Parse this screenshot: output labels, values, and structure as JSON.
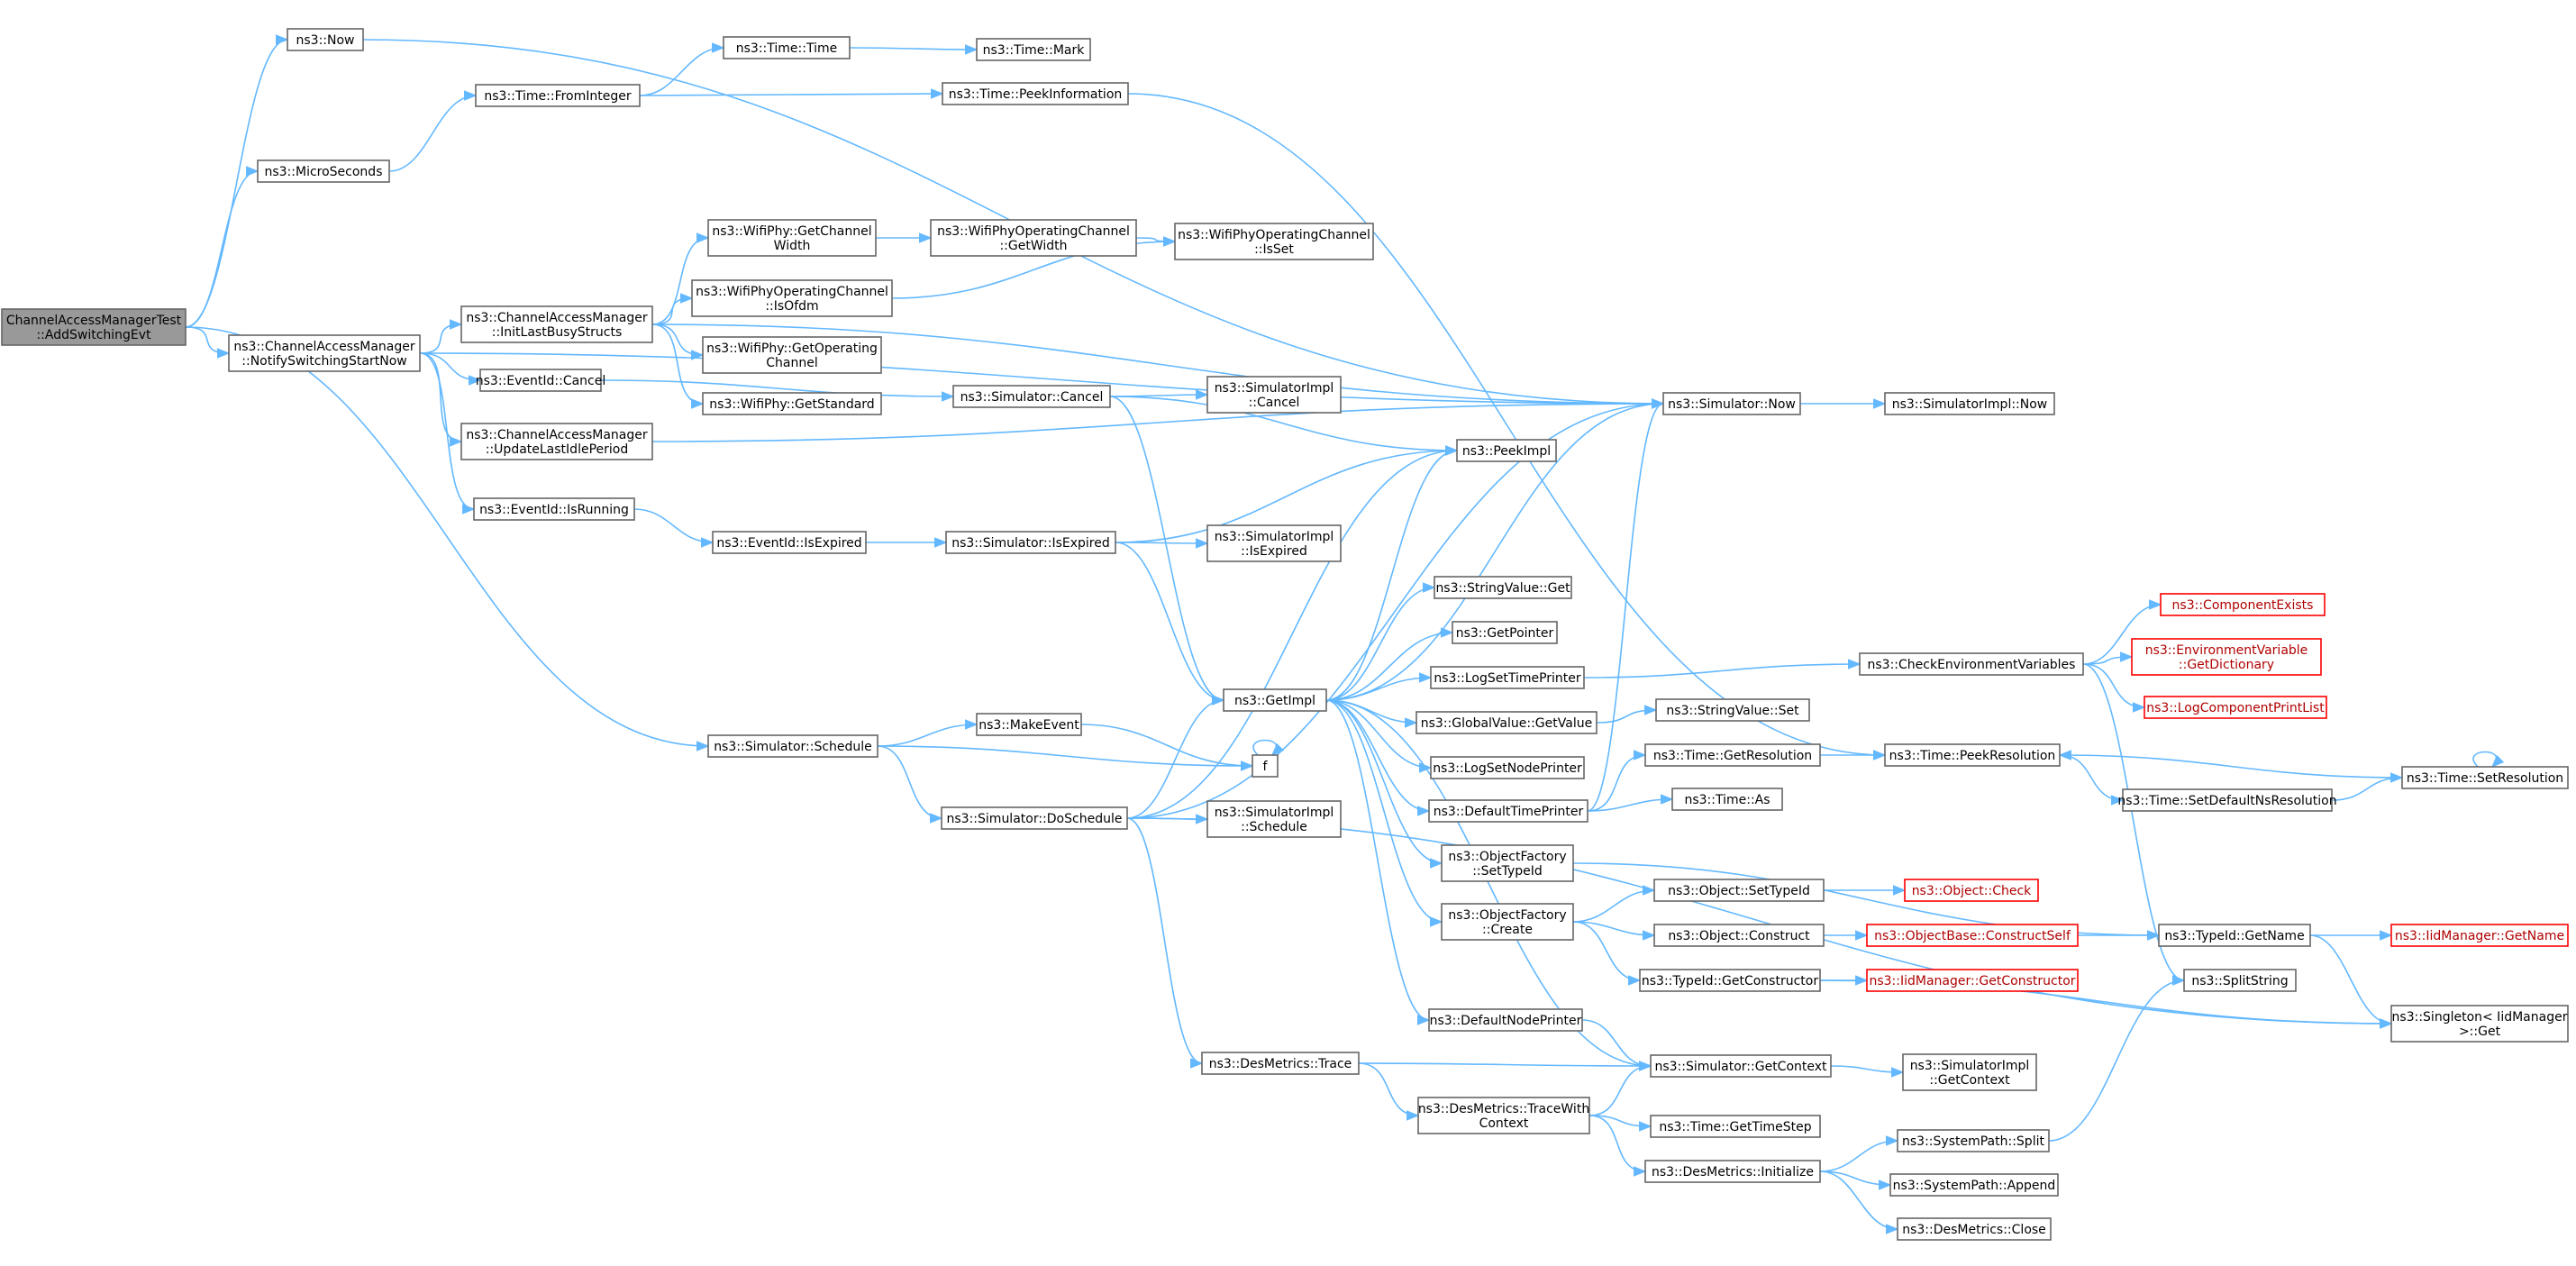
{
  "colors": {
    "edge": "#63b8ff",
    "node_border": "#666666",
    "root_fill": "#999999",
    "truncated_border": "#ff0000"
  },
  "nodes": [
    {
      "id": "root",
      "lines": [
        "ChannelAccessManagerTest",
        "::AddSwitchingEvt"
      ],
      "style": "root"
    },
    {
      "id": "now",
      "lines": [
        "ns3::Now"
      ]
    },
    {
      "id": "micro",
      "lines": [
        "ns3::MicroSeconds"
      ]
    },
    {
      "id": "notify",
      "lines": [
        "ns3::ChannelAccessManager",
        "::NotifySwitchingStartNow"
      ]
    },
    {
      "id": "fromint",
      "lines": [
        "ns3::Time::FromInteger"
      ]
    },
    {
      "id": "timetime",
      "lines": [
        "ns3::Time::Time"
      ]
    },
    {
      "id": "timemark",
      "lines": [
        "ns3::Time::Mark"
      ]
    },
    {
      "id": "peekinfo",
      "lines": [
        "ns3::Time::PeekInformation"
      ]
    },
    {
      "id": "initlast",
      "lines": [
        "ns3::ChannelAccessManager",
        "::InitLastBusyStructs"
      ]
    },
    {
      "id": "getchw",
      "lines": [
        "ns3::WifiPhy::GetChannel",
        "Width"
      ]
    },
    {
      "id": "opgetw",
      "lines": [
        "ns3::WifiPhyOperatingChannel",
        "::GetWidth"
      ]
    },
    {
      "id": "opisset",
      "lines": [
        "ns3::WifiPhyOperatingChannel",
        "::IsSet"
      ]
    },
    {
      "id": "isofdm",
      "lines": [
        "ns3::WifiPhyOperatingChannel",
        "::IsOfdm"
      ]
    },
    {
      "id": "getopch",
      "lines": [
        "ns3::WifiPhy::GetOperating",
        "Channel"
      ]
    },
    {
      "id": "getstd",
      "lines": [
        "ns3::WifiPhy::GetStandard"
      ]
    },
    {
      "id": "evcancel",
      "lines": [
        "ns3::EventId::Cancel"
      ]
    },
    {
      "id": "updidle",
      "lines": [
        "ns3::ChannelAccessManager",
        "::UpdateLastIdlePeriod"
      ]
    },
    {
      "id": "evrunning",
      "lines": [
        "ns3::EventId::IsRunning"
      ]
    },
    {
      "id": "evexpired",
      "lines": [
        "ns3::EventId::IsExpired"
      ]
    },
    {
      "id": "simcancel",
      "lines": [
        "ns3::Simulator::Cancel"
      ]
    },
    {
      "id": "implcancel",
      "lines": [
        "ns3::SimulatorImpl",
        "::Cancel"
      ]
    },
    {
      "id": "simisexp",
      "lines": [
        "ns3::Simulator::IsExpired"
      ]
    },
    {
      "id": "implisexp",
      "lines": [
        "ns3::SimulatorImpl",
        "::IsExpired"
      ]
    },
    {
      "id": "simsched",
      "lines": [
        "ns3::Simulator::Schedule"
      ]
    },
    {
      "id": "makeevent",
      "lines": [
        "ns3::MakeEvent"
      ]
    },
    {
      "id": "f",
      "lines": [
        "f"
      ]
    },
    {
      "id": "dosched",
      "lines": [
        "ns3::Simulator::DoSchedule"
      ]
    },
    {
      "id": "implsched",
      "lines": [
        "ns3::SimulatorImpl",
        "::Schedule"
      ]
    },
    {
      "id": "simnow",
      "lines": [
        "ns3::Simulator::Now"
      ]
    },
    {
      "id": "implnow",
      "lines": [
        "ns3::SimulatorImpl::Now"
      ]
    },
    {
      "id": "peekimpl",
      "lines": [
        "ns3::PeekImpl"
      ]
    },
    {
      "id": "getimpl",
      "lines": [
        "ns3::GetImpl"
      ]
    },
    {
      "id": "strget",
      "lines": [
        "ns3::StringValue::Get"
      ]
    },
    {
      "id": "getptr",
      "lines": [
        "ns3::GetPointer"
      ]
    },
    {
      "id": "logsettp",
      "lines": [
        "ns3::LogSetTimePrinter"
      ]
    },
    {
      "id": "gvget",
      "lines": [
        "ns3::GlobalValue::GetValue"
      ]
    },
    {
      "id": "strset",
      "lines": [
        "ns3::StringValue::Set"
      ]
    },
    {
      "id": "logsetnp",
      "lines": [
        "ns3::LogSetNodePrinter"
      ]
    },
    {
      "id": "deftp",
      "lines": [
        "ns3::DefaultTimePrinter"
      ]
    },
    {
      "id": "getres",
      "lines": [
        "ns3::Time::GetResolution"
      ]
    },
    {
      "id": "timeas",
      "lines": [
        "ns3::Time::As"
      ]
    },
    {
      "id": "ofsettid",
      "lines": [
        "ns3::ObjectFactory",
        "::SetTypeId"
      ]
    },
    {
      "id": "ofcreate",
      "lines": [
        "ns3::ObjectFactory",
        "::Create"
      ]
    },
    {
      "id": "objsettid",
      "lines": [
        "ns3::Object::SetTypeId"
      ]
    },
    {
      "id": "objcheck",
      "lines": [
        "ns3::Object::Check"
      ],
      "style": "red"
    },
    {
      "id": "objconst",
      "lines": [
        "ns3::Object::Construct"
      ]
    },
    {
      "id": "obconstself",
      "lines": [
        "ns3::ObjectBase::ConstructSelf"
      ],
      "style": "red"
    },
    {
      "id": "tidgetctor",
      "lines": [
        "ns3::TypeId::GetConstructor"
      ]
    },
    {
      "id": "iidgetctor",
      "lines": [
        "ns3::IidManager::GetConstructor"
      ],
      "style": "red"
    },
    {
      "id": "tidgetname",
      "lines": [
        "ns3::TypeId::GetName"
      ]
    },
    {
      "id": "iidgetname",
      "lines": [
        "ns3::IidManager::GetName"
      ],
      "style": "red"
    },
    {
      "id": "defnp",
      "lines": [
        "ns3::DefaultNodePrinter"
      ]
    },
    {
      "id": "simgetctx",
      "lines": [
        "ns3::Simulator::GetContext"
      ]
    },
    {
      "id": "implgetctx",
      "lines": [
        "ns3::SimulatorImpl",
        "::GetContext"
      ]
    },
    {
      "id": "dmtrace",
      "lines": [
        "ns3::DesMetrics::Trace"
      ]
    },
    {
      "id": "dmtracectx",
      "lines": [
        "ns3::DesMetrics::TraceWith",
        "Context"
      ]
    },
    {
      "id": "gettimestep",
      "lines": [
        "ns3::Time::GetTimeStep"
      ]
    },
    {
      "id": "dminit",
      "lines": [
        "ns3::DesMetrics::Initialize"
      ]
    },
    {
      "id": "spsplit",
      "lines": [
        "ns3::SystemPath::Split"
      ]
    },
    {
      "id": "spappend",
      "lines": [
        "ns3::SystemPath::Append"
      ]
    },
    {
      "id": "dmclose",
      "lines": [
        "ns3::DesMetrics::Close"
      ]
    },
    {
      "id": "checkenv",
      "lines": [
        "ns3::CheckEnvironmentVariables"
      ]
    },
    {
      "id": "compexists",
      "lines": [
        "ns3::ComponentExists"
      ],
      "style": "red"
    },
    {
      "id": "envgetdict",
      "lines": [
        "ns3::EnvironmentVariable",
        "::GetDictionary"
      ],
      "style": "red"
    },
    {
      "id": "logcomplist",
      "lines": [
        "ns3::LogComponentPrintList"
      ],
      "style": "red"
    },
    {
      "id": "peekres",
      "lines": [
        "ns3::Time::PeekResolution"
      ]
    },
    {
      "id": "setdefns",
      "lines": [
        "ns3::Time::SetDefaultNsResolution"
      ]
    },
    {
      "id": "setres",
      "lines": [
        "ns3::Time::SetResolution"
      ]
    },
    {
      "id": "splitstr",
      "lines": [
        "ns3::SplitString"
      ]
    },
    {
      "id": "singleton",
      "lines": [
        "ns3::Singleton< IidManager",
        ">::Get"
      ]
    }
  ],
  "edges": [
    [
      "root",
      "now"
    ],
    [
      "root",
      "micro"
    ],
    [
      "root",
      "notify"
    ],
    [
      "root",
      "simsched"
    ],
    [
      "now",
      "simnow"
    ],
    [
      "micro",
      "fromint"
    ],
    [
      "fromint",
      "timetime"
    ],
    [
      "fromint",
      "peekinfo"
    ],
    [
      "timetime",
      "timemark"
    ],
    [
      "peekinfo",
      "peekres"
    ],
    [
      "notify",
      "simnow"
    ],
    [
      "notify",
      "initlast"
    ],
    [
      "notify",
      "evcancel"
    ],
    [
      "notify",
      "updidle"
    ],
    [
      "notify",
      "evrunning"
    ],
    [
      "initlast",
      "simnow"
    ],
    [
      "initlast",
      "getchw"
    ],
    [
      "initlast",
      "isofdm"
    ],
    [
      "initlast",
      "getopch"
    ],
    [
      "initlast",
      "getstd"
    ],
    [
      "getchw",
      "opgetw"
    ],
    [
      "opgetw",
      "opisset"
    ],
    [
      "isofdm",
      "opisset"
    ],
    [
      "evcancel",
      "simcancel"
    ],
    [
      "updidle",
      "simnow"
    ],
    [
      "evrunning",
      "evexpired"
    ],
    [
      "evexpired",
      "simisexp"
    ],
    [
      "simcancel",
      "peekimpl"
    ],
    [
      "simcancel",
      "implcancel"
    ],
    [
      "simcancel",
      "getimpl"
    ],
    [
      "simisexp",
      "peekimpl"
    ],
    [
      "simisexp",
      "implisexp"
    ],
    [
      "simisexp",
      "getimpl"
    ],
    [
      "simsched",
      "makeevent"
    ],
    [
      "simsched",
      "f"
    ],
    [
      "simsched",
      "dosched"
    ],
    [
      "makeevent",
      "f"
    ],
    [
      "f",
      "f"
    ],
    [
      "dosched",
      "peekimpl"
    ],
    [
      "dosched",
      "simnow"
    ],
    [
      "dosched",
      "getimpl"
    ],
    [
      "dosched",
      "implsched"
    ],
    [
      "dosched",
      "dmtrace"
    ],
    [
      "dosched",
      "singleton"
    ],
    [
      "simnow",
      "implnow"
    ],
    [
      "getimpl",
      "peekimpl"
    ],
    [
      "getimpl",
      "simnow"
    ],
    [
      "getimpl",
      "strget"
    ],
    [
      "getimpl",
      "getptr"
    ],
    [
      "getimpl",
      "logsettp"
    ],
    [
      "getimpl",
      "gvget"
    ],
    [
      "getimpl",
      "logsetnp"
    ],
    [
      "getimpl",
      "deftp"
    ],
    [
      "getimpl",
      "ofsettid"
    ],
    [
      "getimpl",
      "ofcreate"
    ],
    [
      "getimpl",
      "defnp"
    ],
    [
      "getimpl",
      "simgetctx"
    ],
    [
      "logsettp",
      "checkenv"
    ],
    [
      "gvget",
      "strset"
    ],
    [
      "deftp",
      "simnow"
    ],
    [
      "deftp",
      "getres"
    ],
    [
      "deftp",
      "timeas"
    ],
    [
      "getres",
      "peekres"
    ],
    [
      "ofsettid",
      "tidgetname"
    ],
    [
      "ofcreate",
      "objsettid"
    ],
    [
      "ofcreate",
      "objconst"
    ],
    [
      "ofcreate",
      "tidgetctor"
    ],
    [
      "objsettid",
      "objcheck"
    ],
    [
      "objconst",
      "obconstself"
    ],
    [
      "obconstself",
      "tidgetname"
    ],
    [
      "tidgetctor",
      "iidgetctor"
    ],
    [
      "tidgetctor",
      "singleton"
    ],
    [
      "tidgetname",
      "iidgetname"
    ],
    [
      "tidgetname",
      "singleton"
    ],
    [
      "defnp",
      "simgetctx"
    ],
    [
      "simgetctx",
      "implgetctx"
    ],
    [
      "dmtrace",
      "simgetctx"
    ],
    [
      "dmtrace",
      "dmtracectx"
    ],
    [
      "dmtracectx",
      "simgetctx"
    ],
    [
      "dmtracectx",
      "gettimestep"
    ],
    [
      "dmtracectx",
      "dminit"
    ],
    [
      "dminit",
      "spsplit"
    ],
    [
      "dminit",
      "spappend"
    ],
    [
      "dminit",
      "dmclose"
    ],
    [
      "spsplit",
      "splitstr"
    ],
    [
      "checkenv",
      "compexists"
    ],
    [
      "checkenv",
      "envgetdict"
    ],
    [
      "checkenv",
      "logcomplist"
    ],
    [
      "checkenv",
      "splitstr"
    ],
    [
      "peekres",
      "setdefns"
    ],
    [
      "setdefns",
      "setres"
    ],
    [
      "setres",
      "setres"
    ],
    [
      "setres",
      "peekres"
    ]
  ]
}
